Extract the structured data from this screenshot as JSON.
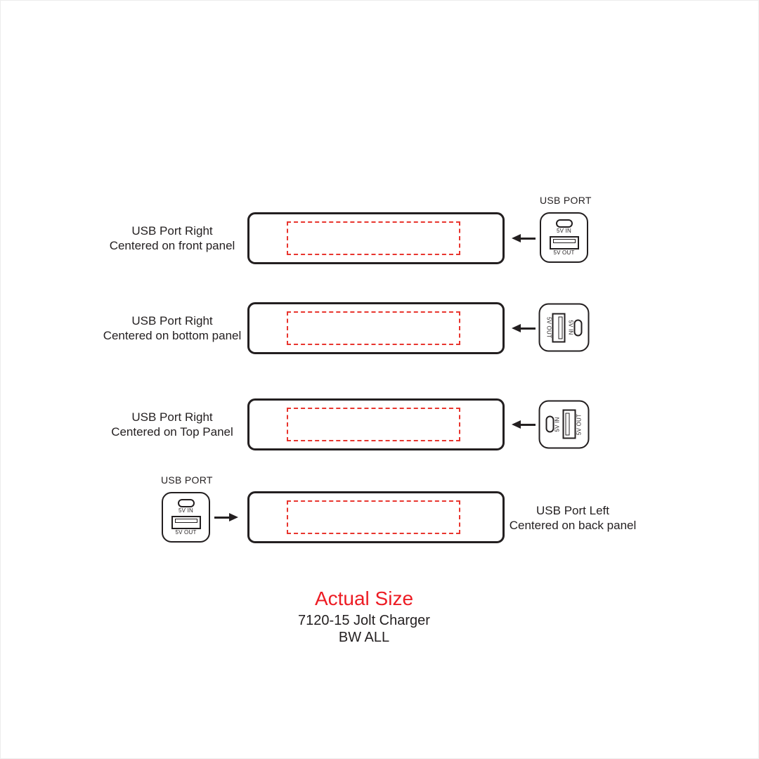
{
  "colors": {
    "ink": "#231f20",
    "red": "#ed1c24",
    "dash": "#e8352e",
    "bg": "#ffffff"
  },
  "rows": [
    {
      "label": [
        "USB Port Right",
        "Centered on front panel"
      ],
      "port_header": "USB PORT",
      "port_position": "right",
      "port_orientation": "upright",
      "arrow_direction": "left"
    },
    {
      "label": [
        "USB Port Right",
        "Centered on bottom panel"
      ],
      "port_position": "right",
      "port_orientation": "rotated-clockwise",
      "arrow_direction": "left"
    },
    {
      "label": [
        "USB Port Right",
        "Centered on Top Panel"
      ],
      "port_position": "right",
      "port_orientation": "rotated-counterclockwise",
      "arrow_direction": "left"
    },
    {
      "label": [
        "USB Port Left",
        "Centered on back panel"
      ],
      "port_header": "USB PORT",
      "port_position": "left",
      "port_orientation": "upright",
      "arrow_direction": "right"
    }
  ],
  "port_labels": {
    "in": "5V IN",
    "out": "5V OUT"
  },
  "footer": {
    "title": "Actual Size",
    "product": "7120-15 Jolt Charger",
    "variant": "BW ALL"
  }
}
